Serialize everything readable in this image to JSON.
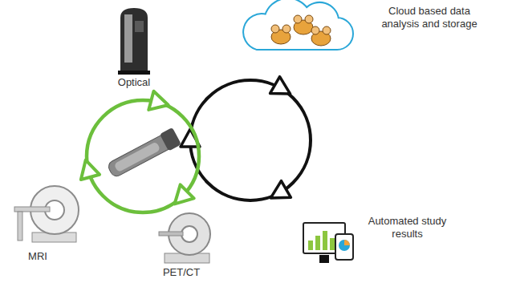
{
  "diagram": {
    "labels": [
      "Optical",
      "MRI",
      "PET/CT",
      "Cloud based data analysis and storage",
      "Automated study results"
    ]
  }
}
